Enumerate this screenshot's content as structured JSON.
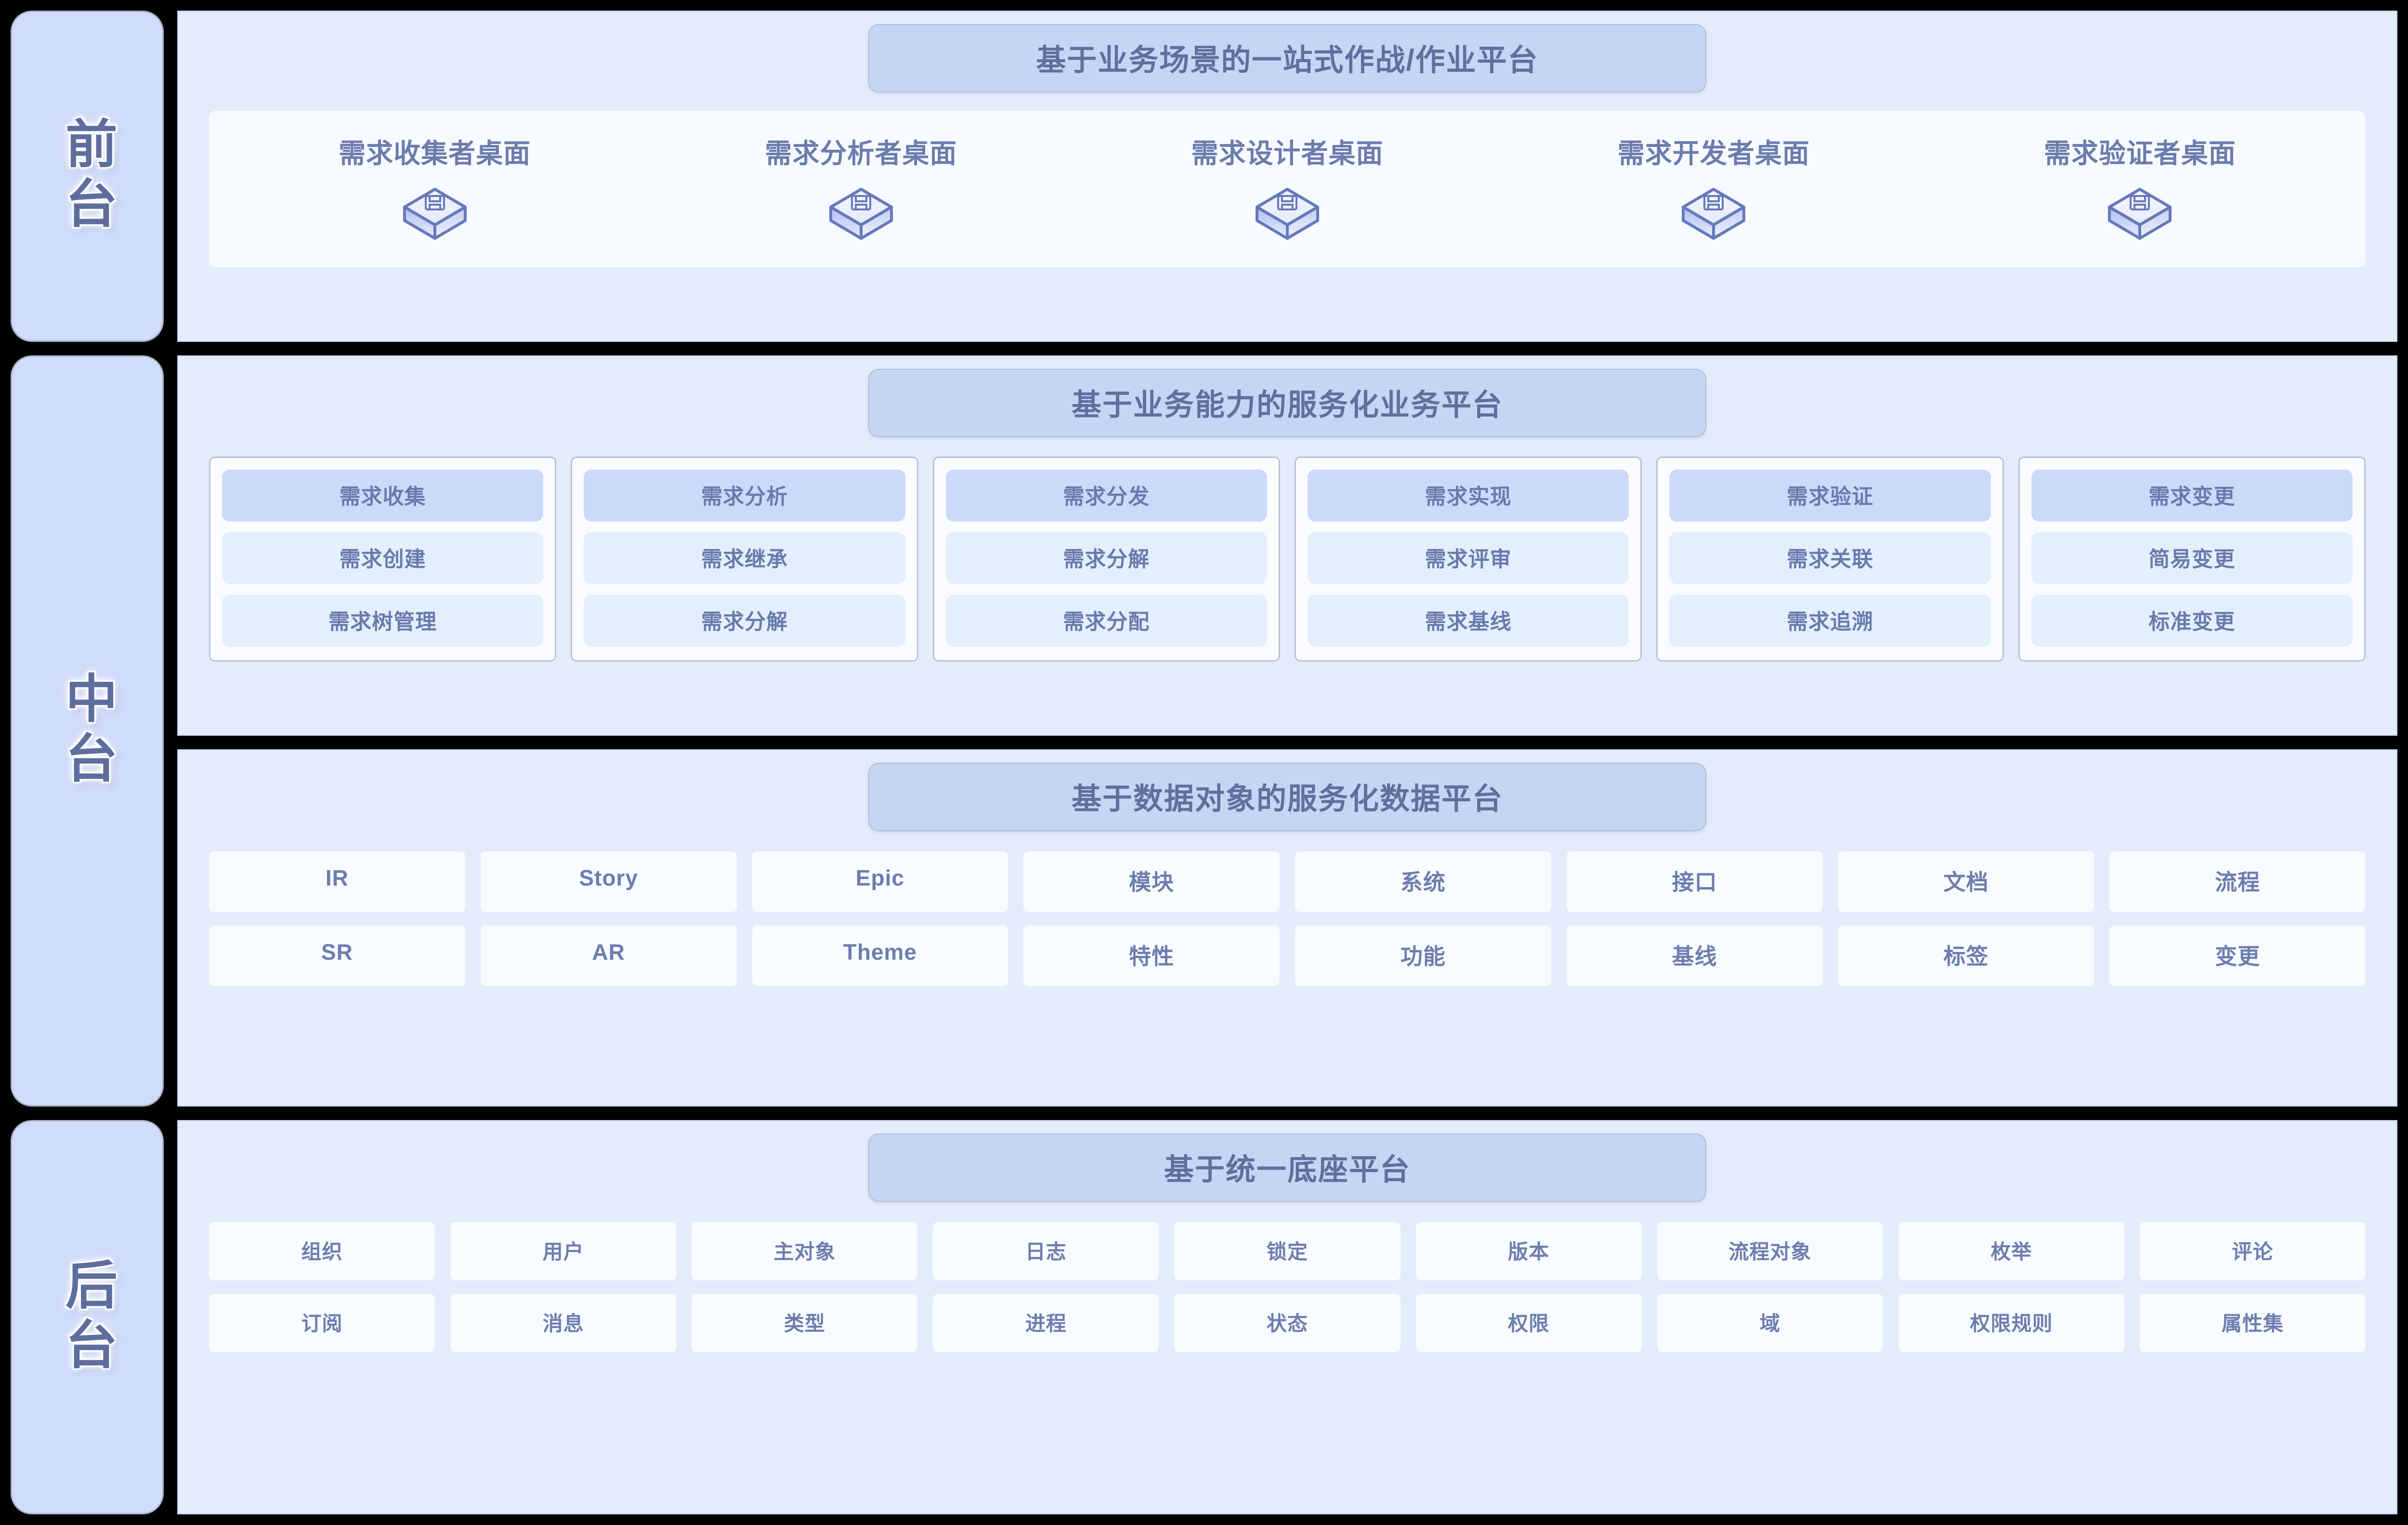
{
  "rail": {
    "tiers": [
      {
        "label": "前台",
        "name": "tier-front"
      },
      {
        "label": "中台",
        "name": "tier-middle"
      },
      {
        "label": "后台",
        "name": "tier-back"
      }
    ]
  },
  "front_panel": {
    "title": "基于业务场景的一站式作战/作业平台",
    "icon": "isometric-box-icon",
    "desks": [
      {
        "label": "需求收集者桌面"
      },
      {
        "label": "需求分析者桌面"
      },
      {
        "label": "需求设计者桌面"
      },
      {
        "label": "需求开发者桌面"
      },
      {
        "label": "需求验证者桌面"
      }
    ]
  },
  "service_panel": {
    "title": "基于业务能力的服务化业务平台",
    "groups": [
      {
        "head": "需求收集",
        "items": [
          "需求创建",
          "需求树管理"
        ]
      },
      {
        "head": "需求分析",
        "items": [
          "需求继承",
          "需求分解"
        ]
      },
      {
        "head": "需求分发",
        "items": [
          "需求分解",
          "需求分配"
        ]
      },
      {
        "head": "需求实现",
        "items": [
          "需求评审",
          "需求基线"
        ]
      },
      {
        "head": "需求验证",
        "items": [
          "需求关联",
          "需求追溯"
        ]
      },
      {
        "head": "需求变更",
        "items": [
          "简易变更",
          "标准变更"
        ]
      }
    ]
  },
  "data_panel": {
    "title": "基于数据对象的服务化数据平台",
    "objects": [
      "IR",
      "Story",
      "Epic",
      "模块",
      "系统",
      "接口",
      "文档",
      "流程",
      "SR",
      "AR",
      "Theme",
      "特性",
      "功能",
      "基线",
      "标签",
      "变更"
    ]
  },
  "base_panel": {
    "title": "基于统一底座平台",
    "objects": [
      "组织",
      "用户",
      "主对象",
      "日志",
      "锁定",
      "版本",
      "流程对象",
      "枚举",
      "评论",
      "订阅",
      "消息",
      "类型",
      "进程",
      "状态",
      "权限",
      "域",
      "权限规则",
      "属性集"
    ]
  },
  "colors": {
    "background": "#000000",
    "panel_bg": "#e4ecfb",
    "title_pill": "#c5d6f5",
    "rail_bg": "#cfdcfa",
    "text_blue": "#6b7cad",
    "chip_head": "#ccdafa",
    "chip_sub": "#e3effd",
    "card_bg": "#f7faff"
  }
}
